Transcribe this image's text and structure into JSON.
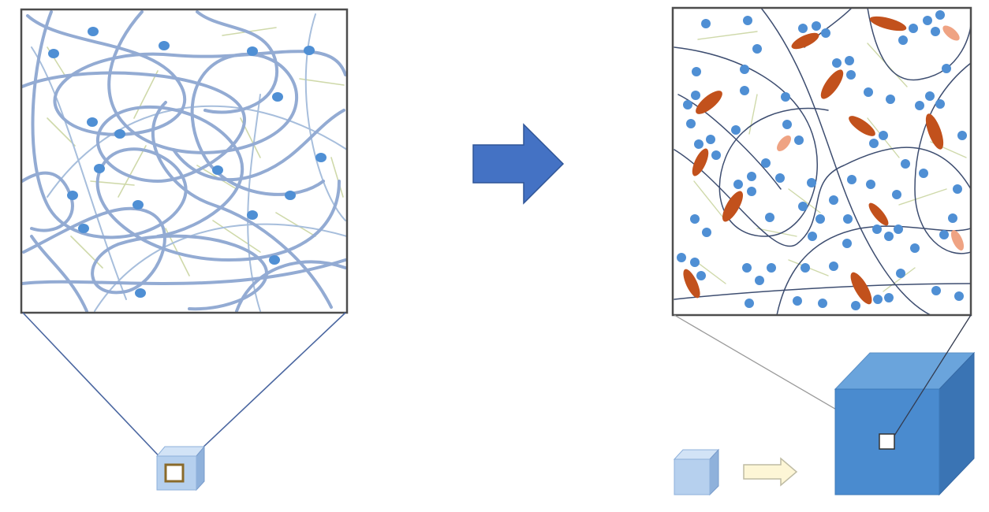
{
  "colors": {
    "background": "#ffffff",
    "frame": "#4d4d4d",
    "thick_chain": "#93abd3",
    "thin_chain": "#a7bedc",
    "crosslink": "#cfd9aa",
    "dot": "#4f8fd4",
    "dark_chain": "#3d4d70",
    "ellipse_dark": "#c2511c",
    "ellipse_light": "#efa383",
    "big_arrow": "#4472c4",
    "big_arrow_edge": "#2f5597",
    "small_arrow_fill": "#fdf6d6",
    "small_arrow_edge": "#bfbca4",
    "cube_front": "#4a8bcf",
    "cube_top": "#6aa4dc",
    "cube_side": "#3a74b4",
    "small_cube_front": "#b6d0ee",
    "small_cube_top": "#d2e3f6",
    "small_cube_side": "#8fb1db",
    "sample_box_edge": "#8a6a2a",
    "zoom_line_left": "#4a66a0",
    "zoom_line_right": "#9a9a9a"
  },
  "panels": {
    "before": {
      "label": "polymer-network-before",
      "dot_count": 18
    },
    "after": {
      "label": "polymer-network-after",
      "dot_count": 80
    }
  },
  "icons": [
    "big-right-arrow-icon",
    "small-right-arrow-icon",
    "small-cube-icon",
    "large-cube-icon"
  ]
}
